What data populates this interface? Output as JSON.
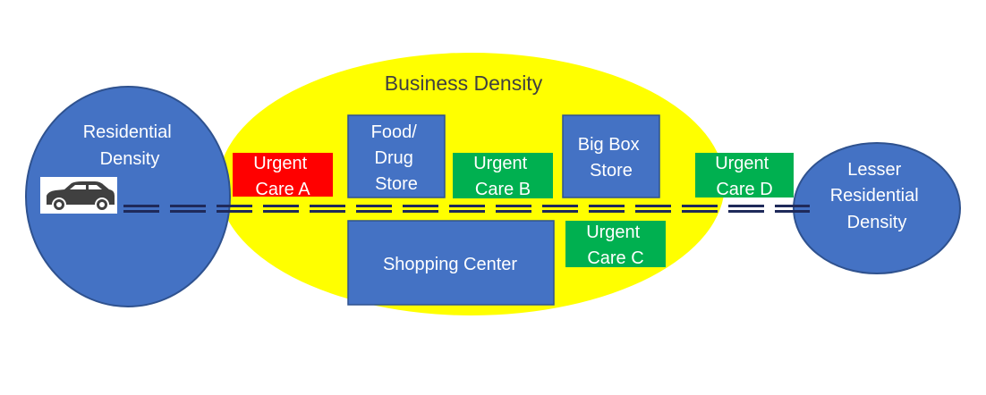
{
  "business_zone": {
    "label": "Business Density",
    "color": "#FFFF00"
  },
  "residential": {
    "lines": [
      "Residential",
      "Density"
    ],
    "color": "#4472C4"
  },
  "lesser_residential": {
    "lines": [
      "Lesser",
      "Residential",
      "Density"
    ],
    "color": "#4472C4"
  },
  "stores": {
    "food_drug": {
      "lines": [
        "Food/",
        "Drug",
        "Store"
      ]
    },
    "big_box": {
      "lines": [
        "Big Box",
        "Store"
      ]
    },
    "shopping_center": {
      "lines": [
        "Shopping Center"
      ]
    }
  },
  "urgent_care": {
    "a": {
      "lines": [
        "Urgent",
        "Care A"
      ],
      "color": "#FF0000"
    },
    "b": {
      "lines": [
        "Urgent",
        "Care B"
      ],
      "color": "#00B050"
    },
    "c": {
      "lines": [
        "Urgent",
        "Care C"
      ],
      "color": "#00B050"
    },
    "d": {
      "lines": [
        "Urgent",
        "Care D"
      ],
      "color": "#00B050"
    }
  },
  "colors": {
    "box_blue": "#4472C4",
    "box_border": "#2F528F",
    "road_line": "#1F2A5A",
    "text_white": "#FFFFFF",
    "text_dark": "#3F3F3F"
  },
  "icons": {
    "vehicle": "car-icon"
  }
}
